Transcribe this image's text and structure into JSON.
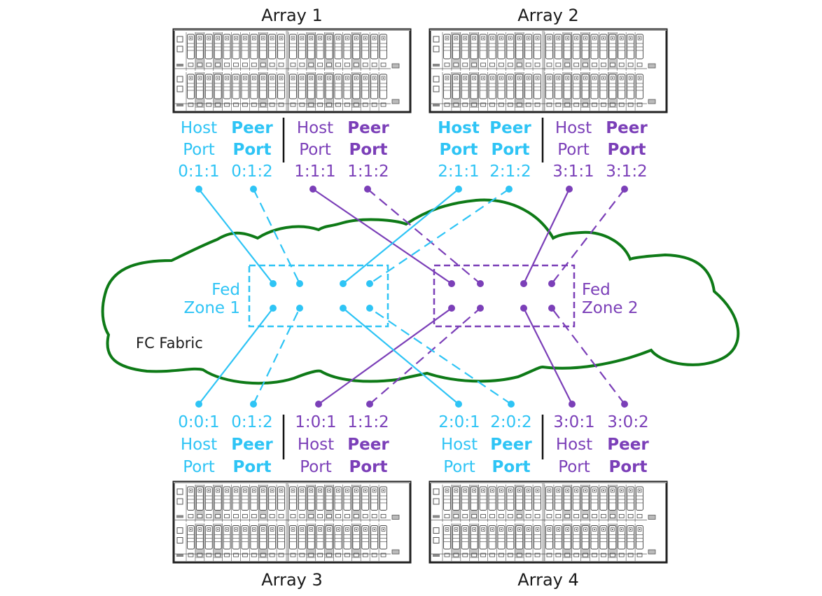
{
  "colors": {
    "zone1": "#2EC4F5",
    "zone2": "#7B3FB8",
    "fabric": "#0E7A17",
    "text": "#1a1a1a",
    "rack_stroke": "#222222",
    "rack_shade": "#c8c8c8"
  },
  "fabric": {
    "label": "FC Fabric"
  },
  "zones": [
    {
      "id": "zone1",
      "label_line1": "Fed",
      "label_line2": "Zone 1",
      "color_key": "zone1"
    },
    {
      "id": "zone2",
      "label_line1": "Fed",
      "label_line2": "Zone 2",
      "color_key": "zone2"
    }
  ],
  "arrays": [
    {
      "name": "Array 1",
      "position": "top-left",
      "ports": [
        {
          "type_line1": "Host",
          "type_line2": "Port",
          "id": "0:1:1",
          "zone": "zone1",
          "bold": false,
          "link": "solid"
        },
        {
          "type_line1": "Peer",
          "type_line2": "Port",
          "id": "0:1:2",
          "zone": "zone1",
          "bold": true,
          "link": "dashed"
        },
        {
          "type_line1": "Host",
          "type_line2": "Port",
          "id": "1:1:1",
          "zone": "zone2",
          "bold": false,
          "link": "solid"
        },
        {
          "type_line1": "Peer",
          "type_line2": "Port",
          "id": "1:1:2",
          "zone": "zone2",
          "bold": true,
          "link": "dashed"
        }
      ]
    },
    {
      "name": "Array 2",
      "position": "top-right",
      "ports": [
        {
          "type_line1": "Host",
          "type_line2": "Port",
          "id": "2:1:1",
          "zone": "zone1",
          "bold": true,
          "link": "solid"
        },
        {
          "type_line1": "Peer",
          "type_line2": "Port",
          "id": "2:1:2",
          "zone": "zone1",
          "bold": true,
          "link": "dashed"
        },
        {
          "type_line1": "Host",
          "type_line2": "Port",
          "id": "3:1:1",
          "zone": "zone2",
          "bold": false,
          "link": "solid"
        },
        {
          "type_line1": "Peer",
          "type_line2": "Port",
          "id": "3:1:2",
          "zone": "zone2",
          "bold": true,
          "link": "dashed"
        }
      ]
    },
    {
      "name": "Array 3",
      "position": "bottom-left",
      "ports": [
        {
          "type_line1": "Host",
          "type_line2": "Port",
          "id": "0:0:1",
          "zone": "zone1",
          "bold": false,
          "link": "solid"
        },
        {
          "type_line1": "Peer",
          "type_line2": "Port",
          "id": "0:1:2",
          "zone": "zone1",
          "bold": true,
          "link": "dashed"
        },
        {
          "type_line1": "Host",
          "type_line2": "Port",
          "id": "1:0:1",
          "zone": "zone2",
          "bold": false,
          "link": "solid"
        },
        {
          "type_line1": "Peer",
          "type_line2": "Port",
          "id": "1:1:2",
          "zone": "zone2",
          "bold": true,
          "link": "dashed"
        }
      ]
    },
    {
      "name": "Array 4",
      "position": "bottom-right",
      "ports": [
        {
          "type_line1": "Host",
          "type_line2": "Port",
          "id": "2:0:1",
          "zone": "zone1",
          "bold": false,
          "link": "solid"
        },
        {
          "type_line1": "Peer",
          "type_line2": "Port",
          "id": "2:0:2",
          "zone": "zone1",
          "bold": true,
          "link": "dashed"
        },
        {
          "type_line1": "Host",
          "type_line2": "Port",
          "id": "3:0:1",
          "zone": "zone2",
          "bold": false,
          "link": "solid"
        },
        {
          "type_line1": "Peer",
          "type_line2": "Port",
          "id": "3:0:2",
          "zone": "zone2",
          "bold": true,
          "link": "dashed"
        }
      ]
    }
  ],
  "connections": [
    {
      "from": "Array 1 0:1:1",
      "to": "Fed Zone 1",
      "style": "solid"
    },
    {
      "from": "Array 1 0:1:2",
      "to": "Fed Zone 1",
      "style": "dashed"
    },
    {
      "from": "Array 2 2:1:1",
      "to": "Fed Zone 1",
      "style": "solid"
    },
    {
      "from": "Array 2 2:1:2",
      "to": "Fed Zone 1",
      "style": "dashed"
    },
    {
      "from": "Array 3 0:0:1",
      "to": "Fed Zone 1",
      "style": "solid"
    },
    {
      "from": "Array 3 0:1:2",
      "to": "Fed Zone 1",
      "style": "dashed"
    },
    {
      "from": "Array 4 2:0:1",
      "to": "Fed Zone 1",
      "style": "solid"
    },
    {
      "from": "Array 4 2:0:2",
      "to": "Fed Zone 1",
      "style": "dashed"
    },
    {
      "from": "Array 1 1:1:1",
      "to": "Fed Zone 2",
      "style": "solid"
    },
    {
      "from": "Array 1 1:1:2",
      "to": "Fed Zone 2",
      "style": "dashed"
    },
    {
      "from": "Array 2 3:1:1",
      "to": "Fed Zone 2",
      "style": "solid"
    },
    {
      "from": "Array 2 3:1:2",
      "to": "Fed Zone 2",
      "style": "dashed"
    },
    {
      "from": "Array 3 1:0:1",
      "to": "Fed Zone 2",
      "style": "solid"
    },
    {
      "from": "Array 3 1:1:2",
      "to": "Fed Zone 2",
      "style": "dashed"
    },
    {
      "from": "Array 4 3:0:1",
      "to": "Fed Zone 2",
      "style": "solid"
    },
    {
      "from": "Array 4 3:0:2",
      "to": "Fed Zone 2",
      "style": "dashed"
    }
  ]
}
